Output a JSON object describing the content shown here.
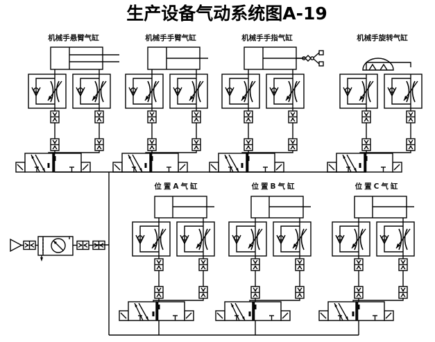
{
  "title": "生产设备气动系统图A-19",
  "upper_groups": [
    {
      "label": "机械手悬臂气缸",
      "actuator": "double-rod-cylinder"
    },
    {
      "label": "机械手手臂气缸",
      "actuator": "cylinder"
    },
    {
      "label": "机械手手指气缸",
      "actuator": "gripper-cylinder"
    },
    {
      "label": "机械手旋转气缸",
      "actuator": "rotary-actuator"
    }
  ],
  "lower_groups": [
    {
      "label": "位置A气缸",
      "actuator": "cylinder"
    },
    {
      "label": "位置B气缸",
      "actuator": "cylinder"
    },
    {
      "label": "位置C气缸",
      "actuator": "cylinder"
    }
  ],
  "supply": {
    "source": "air-source-icon",
    "frl": "filter-regulator-gauge-icon"
  },
  "components": {
    "flow_control": "one-way-flow-control-valve",
    "coupler": "quick-coupler",
    "valve": "5-2-solenoid-valve"
  }
}
